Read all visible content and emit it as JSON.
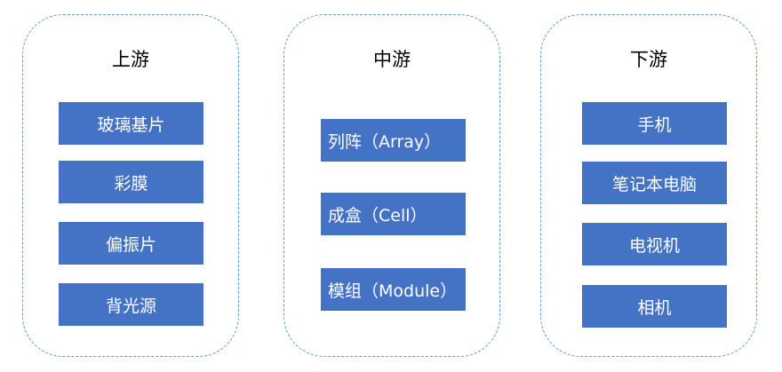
{
  "columns": [
    {
      "title": "上游",
      "items": [
        "玻璃基片",
        "彩膜",
        "偏振片",
        "背光源"
      ]
    },
    {
      "title": "中游",
      "items": [
        "列阵（Array）",
        "成盒（Cell）",
        "模组（Module）"
      ]
    },
    {
      "title": "下游",
      "items": [
        "手机",
        "笔记本电脑",
        "电视机",
        "相机"
      ]
    }
  ],
  "colors": {
    "box_fill": "#4472c4",
    "box_text": "#ffffff",
    "dashed_border": "#5b9bd5"
  }
}
